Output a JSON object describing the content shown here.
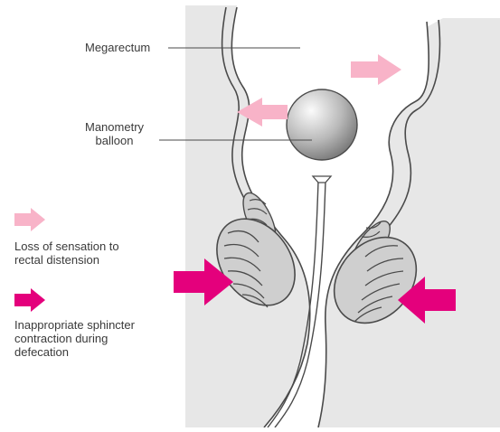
{
  "labels": {
    "megarectum": "Megarectum",
    "balloon": "Manometry\nballoon"
  },
  "legend": [
    {
      "text": "Loss of sensation to\nrectal distension",
      "icon": "light-pink-arrow-icon",
      "color": "#f8b3c8"
    },
    {
      "text": "Inappropriate sphincter\ncontraction during\ndefecation",
      "icon": "magenta-arrow-icon",
      "color": "#e4007c"
    }
  ],
  "colors": {
    "wall_fill": "#e7e7e7",
    "outline": "#4a4a4a",
    "light_arrow": "#f8b3c8",
    "strong_arrow": "#e4007c",
    "balloon_dark": "#8e8e8e",
    "balloon_light": "#f2f2f2"
  }
}
